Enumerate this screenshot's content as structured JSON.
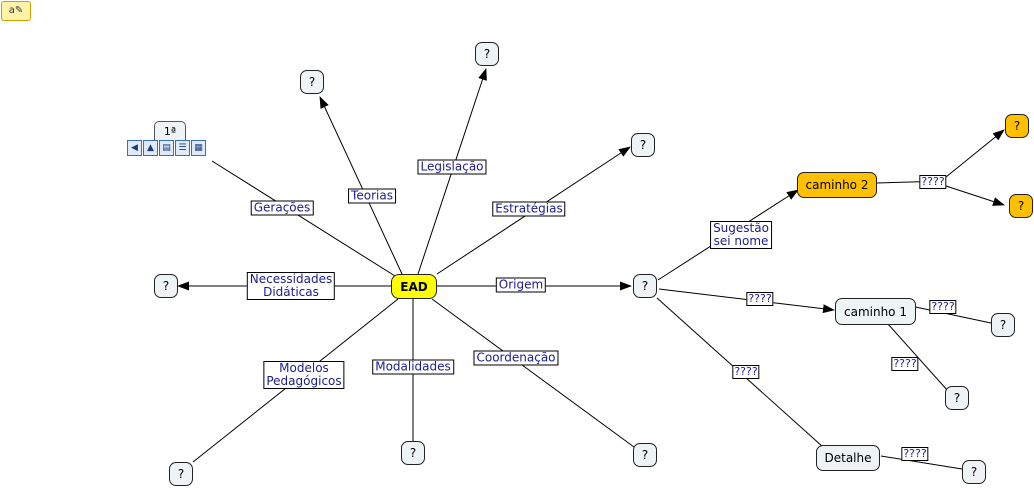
{
  "toolbar": {
    "label": "a✎",
    "icon": "edit-icon"
  },
  "resources": {
    "tab_label": "1ª",
    "icons": [
      {
        "name": "audio-resource-icon",
        "glyph": "◀"
      },
      {
        "name": "image-resource-icon",
        "glyph": "▲"
      },
      {
        "name": "cmap-resource-icon",
        "glyph": "▤"
      },
      {
        "name": "text-resource-icon",
        "glyph": "☰"
      },
      {
        "name": "video-resource-icon",
        "glyph": "▦"
      }
    ]
  },
  "nodes": {
    "ead": "EAD",
    "teorias_q": "?",
    "legislacao_q": "?",
    "estrategias_q": "?",
    "necessidades_q": "?",
    "modelos_q": "?",
    "modalidades_q": "?",
    "coordenacao_q": "?",
    "origem_q": "?",
    "caminho2": "caminho 2",
    "orange_q1": "?",
    "orange_q2": "?",
    "caminho1": "caminho 1",
    "caminho1_q1": "?",
    "caminho1_q2": "?",
    "detalhe": "Detalhe",
    "detalhe_q": "?"
  },
  "links": {
    "geracoes": "Gerações",
    "teorias": "Teorias",
    "legislacao": "Legislação",
    "estrategias": "Estratégias",
    "necessidades": "Necessidades\nDidáticas",
    "origem": "Origem",
    "modelos": "Modelos\nPedagógicos",
    "modalidades": "Modalidades",
    "coordenacao": "Coordenação",
    "sugestao": "Sugestão\nsei nome",
    "c2_link": "????",
    "c1_link": "????",
    "c1_right": "????",
    "c1_down": "????",
    "detalhe_link": "????",
    "detalhe_right": "????"
  },
  "colors": {
    "central": "#ffff00",
    "highlight": "#ffc000",
    "node_bg": "#eef3f6",
    "link_text": "#1c1c8c"
  }
}
